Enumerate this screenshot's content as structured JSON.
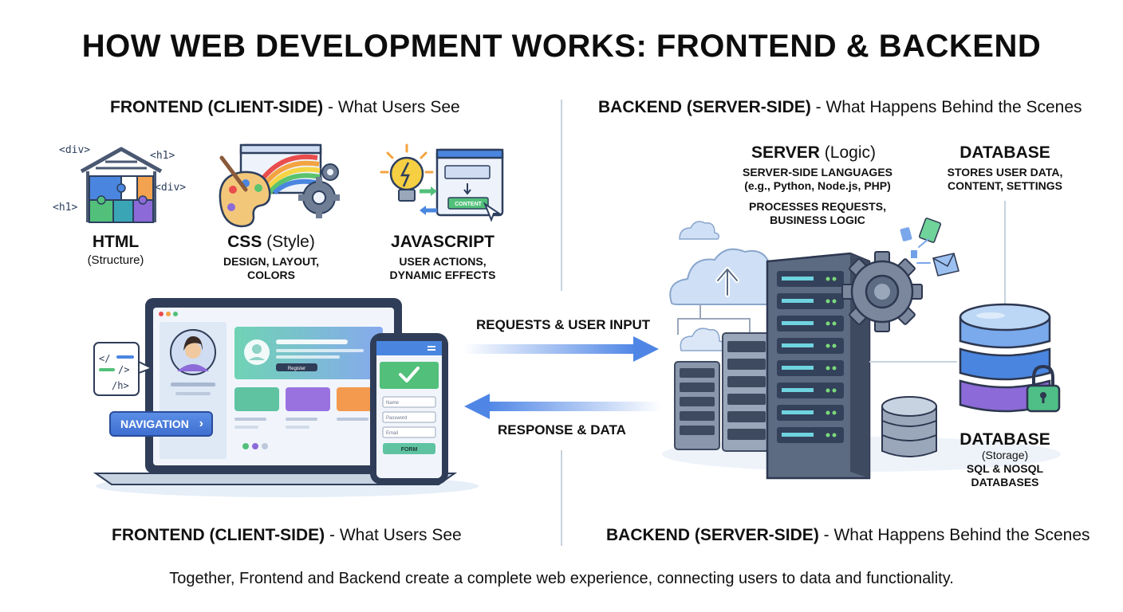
{
  "title": "HOW WEB DEVELOPMENT WORKS: FRONTEND & BACKEND",
  "frontend_header": {
    "bold": "FRONTEND (CLIENT-SIDE)",
    "rest": " - What Users See"
  },
  "backend_header": {
    "bold": "BACKEND (SERVER-SIDE)",
    "rest": " - What Happens Behind the Scenes"
  },
  "frontend_footer": {
    "bold": "FRONTEND (CLIENT-SIDE)",
    "rest": " - What Users See"
  },
  "backend_footer": {
    "bold": "BACKEND (SERVER-SIDE)",
    "rest": " - What Happens Behind the Scenes"
  },
  "html": {
    "name": "HTML",
    "desc": "(Structure)",
    "tags": [
      "<div>",
      "<h1>",
      "<div>",
      "<h1>"
    ]
  },
  "css": {
    "name": "CSS",
    "name_suffix": " (Style)",
    "desc_lines": [
      "DESIGN, LAYOUT,",
      "COLORS"
    ]
  },
  "js": {
    "name": "JAVASCRIPT",
    "desc_lines": [
      "USER ACTIONS,",
      "DYNAMIC EFFECTS"
    ],
    "button_text": "CONTENT"
  },
  "laptop": {
    "nav_label": "NAVIGATION",
    "profile_button": "Register",
    "code_lines": [
      "</",
      "/>",
      "/h>"
    ]
  },
  "phone": {
    "fields": [
      "Name",
      "Password",
      "Email"
    ],
    "submit": "FORM"
  },
  "arrows": {
    "request": "REQUESTS & USER INPUT",
    "response": "RESPONSE & DATA"
  },
  "server": {
    "name": "SERVER",
    "name_suffix": " (Logic)",
    "lines": [
      "SERVER-SIDE LANGUAGES",
      "(e.g., Python, Node.js, PHP)",
      "PROCESSES REQUESTS,",
      "BUSINESS LOGIC"
    ]
  },
  "database_top": {
    "name": "DATABASE",
    "lines": [
      "STORES USER DATA,",
      "CONTENT, SETTINGS"
    ]
  },
  "database_bottom": {
    "name": "DATABASE",
    "lines": [
      "(Storage)",
      "SQL & NOSQL",
      "DATABASES"
    ]
  },
  "footer": "Together, Frontend and Backend create a complete web experience, connecting users to data and functionality.",
  "colors": {
    "primary_blue": "#3d74d8",
    "arrow_blue": "#4f86e6",
    "green": "#4fbf73",
    "purple": "#8c6ad8",
    "orange": "#f39a4f",
    "server_gray": "#5c6a82"
  }
}
